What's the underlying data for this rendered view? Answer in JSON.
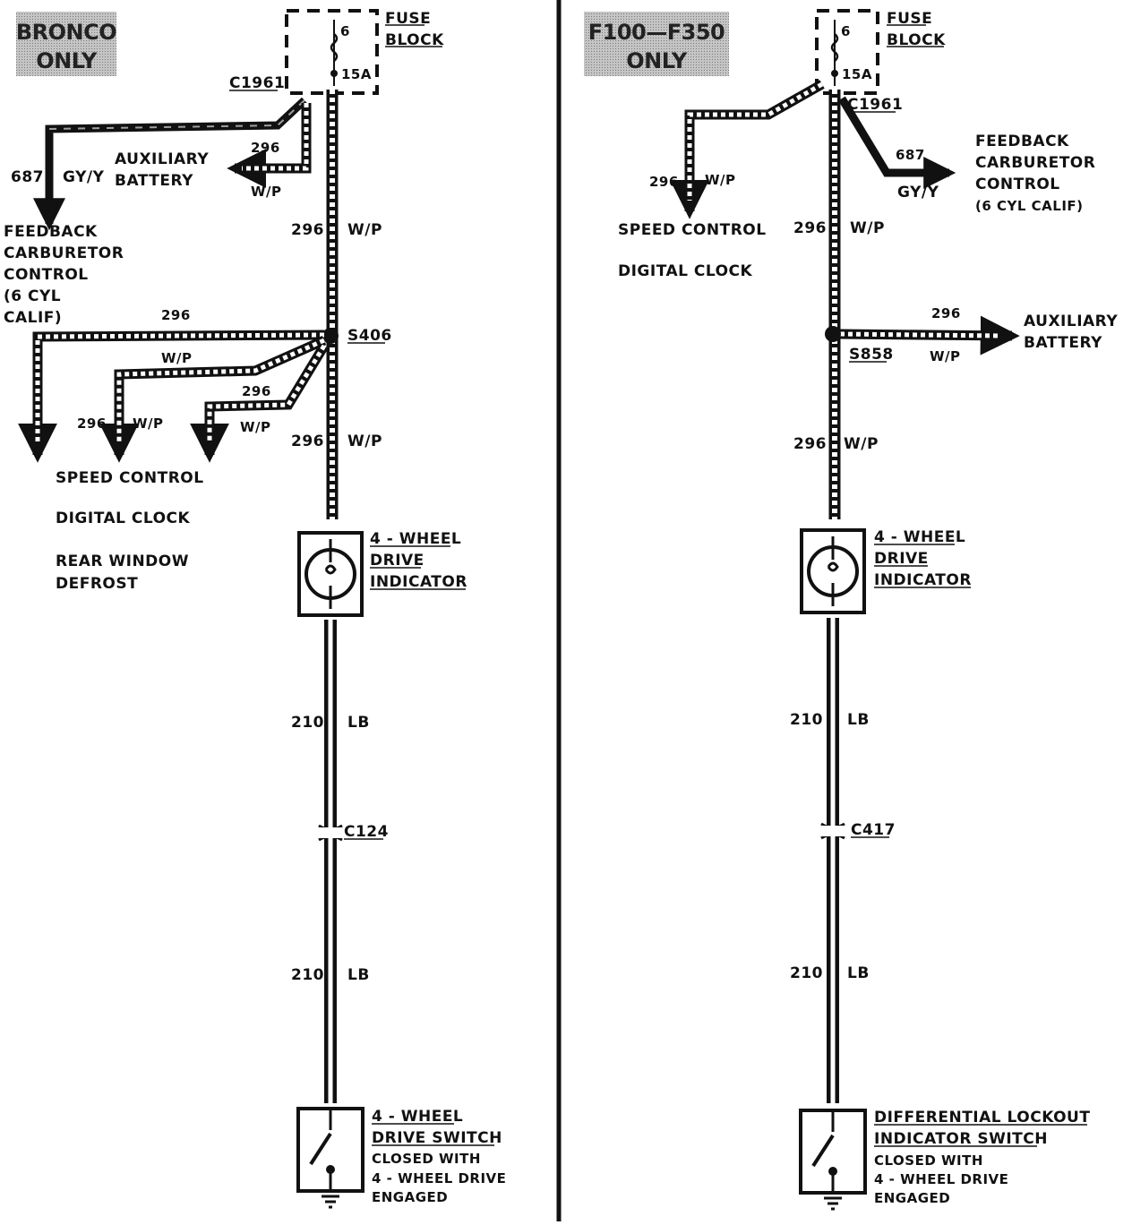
{
  "colors": {
    "ink": "#111111",
    "paper": "#ffffff",
    "badge": "#b8b8b8"
  },
  "left": {
    "badge": {
      "line1": "BRONCO",
      "line2": "ONLY"
    },
    "fuse_block": {
      "label1": "FUSE",
      "label2": "BLOCK",
      "fuse_number": "6",
      "fuse_rating": "15A",
      "connector": "C1961"
    },
    "feed": {
      "circuit": "687",
      "color": "GY/Y",
      "dest1": "FEEDBACK",
      "dest2": "CARBURETOR",
      "dest3": "CONTROL",
      "dest4": "(6 CYL",
      "dest5": "CALIF)"
    },
    "aux": {
      "circuit": "296",
      "color": "W/P",
      "dest1": "AUXILIARY",
      "dest2": "BATTERY"
    },
    "main_wire": {
      "circuit": "296",
      "color": "W/P"
    },
    "splice": "S406",
    "branches": {
      "c1": "296",
      "c2": "W/P",
      "c3": "296",
      "c4": "296",
      "c5": "W/P",
      "c6": "W/P"
    },
    "lower_wire": {
      "circuit": "296",
      "color": "W/P"
    },
    "dest": {
      "d1": "SPEED CONTROL",
      "d2": "DIGITAL CLOCK",
      "d3": "REAR WINDOW",
      "d4": "DEFROST"
    },
    "indicator": {
      "l1": "4 - WHEEL",
      "l2": "DRIVE",
      "l3": "INDICATOR"
    },
    "wire210a": {
      "circuit": "210",
      "color": "LB"
    },
    "connector2": "C124",
    "wire210b": {
      "circuit": "210",
      "color": "LB"
    },
    "switch": {
      "l1": "4 - WHEEL",
      "l2": "DRIVE SWITCH",
      "l3": "CLOSED WITH",
      "l4": "4 - WHEEL DRIVE",
      "l5": "ENGAGED"
    }
  },
  "right": {
    "badge": {
      "line1": "F100—F350",
      "line2": "ONLY"
    },
    "fuse_block": {
      "label1": "FUSE",
      "label2": "BLOCK",
      "fuse_number": "6",
      "fuse_rating": "15A",
      "connector": "C1961"
    },
    "branch_wire": {
      "circuit": "296",
      "color": "W/P"
    },
    "dest": {
      "d1": "SPEED CONTROL",
      "d2": "DIGITAL CLOCK"
    },
    "feed": {
      "circuit": "687",
      "color": "GY/Y",
      "dest1": "FEEDBACK",
      "dest2": "CARBURETOR",
      "dest3": "CONTROL",
      "dest4": "(6 CYL CALIF)"
    },
    "main_wire": {
      "circuit": "296",
      "color": "W/P"
    },
    "aux": {
      "circuit": "296",
      "color": "W/P",
      "dest1": "AUXILIARY",
      "dest2": "BATTERY"
    },
    "splice": "S858",
    "lower_wire": {
      "circuit": "296",
      "color": "W/P"
    },
    "indicator": {
      "l1": "4 - WHEEL",
      "l2": "DRIVE",
      "l3": "INDICATOR"
    },
    "wire210a": {
      "circuit": "210",
      "color": "LB"
    },
    "connector2": "C417",
    "wire210b": {
      "circuit": "210",
      "color": "LB"
    },
    "switch": {
      "l1": "DIFFERENTIAL LOCKOUT",
      "l2": "INDICATOR SWITCH",
      "l3": "CLOSED WITH",
      "l4": "4 - WHEEL DRIVE",
      "l5": "ENGAGED"
    }
  }
}
